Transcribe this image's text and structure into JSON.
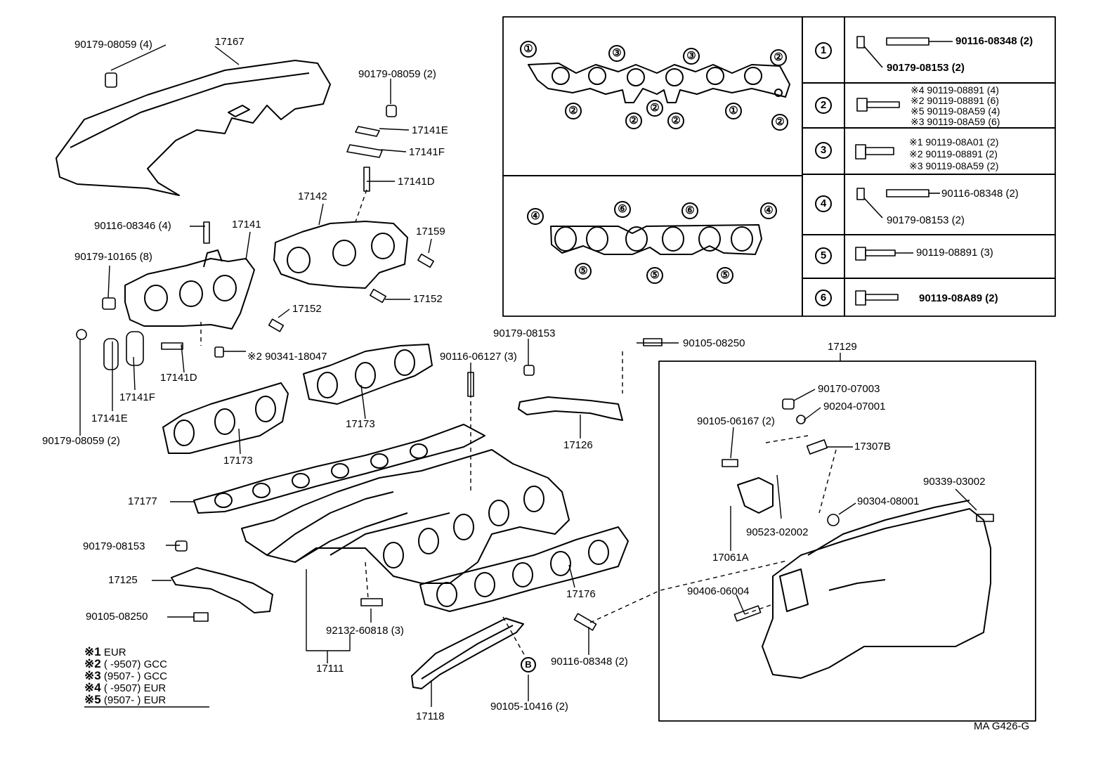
{
  "callouts": {
    "c_90179_08059_4": "90179-08059 (4)",
    "c_17167": "17167",
    "c_90179_08059_2a": "90179-08059 (2)",
    "c_17141E_a": "17141E",
    "c_17141F_a": "17141F",
    "c_17141D_a": "17141D",
    "c_17142": "17142",
    "c_90116_08346": "90116-08346 (4)",
    "c_17141": "17141",
    "c_17159": "17159",
    "c_90179_10165": "90179-10165 (8)",
    "c_17152_a": "17152",
    "c_17152_b": "17152",
    "c_17141D_b": "17141D",
    "c_90341_18047": "※2 90341-18047",
    "c_17141F_b": "17141F",
    "c_17141E_b": "17141E",
    "c_90179_08059_2b": "90179-08059 (2)",
    "c_90179_08153_a": "90179-08153",
    "c_90105_08250_a": "90105-08250",
    "c_90116_06127": "90116-06127 (3)",
    "c_17173_a": "17173",
    "c_17173_b": "17173",
    "c_17126": "17126",
    "c_17129": "17129",
    "c_17177": "17177",
    "c_90179_08153_b": "90179-08153",
    "c_17125": "17125",
    "c_90105_08250_b": "90105-08250",
    "c_17176": "17176",
    "c_92132_60818": "92132-60818 (3)",
    "c_17111": "17111",
    "c_17118": "17118",
    "c_90105_10416": "90105-10416 (2)",
    "c_90116_08348": "90116-08348 (2)",
    "c_B": "B",
    "c_90170_07003": "90170-07003",
    "c_90204_07001": "90204-07001",
    "c_90105_06167": "90105-06167 (2)",
    "c_17307B": "17307B",
    "c_90339_03002": "90339-03002",
    "c_90304_08001": "90304-08001",
    "c_90523_02002": "90523-02002",
    "c_17061A": "17061A",
    "c_90406_06004": "90406-06004",
    "c_doc_id": "MA G426-G"
  },
  "gasket_key": {
    "top": [
      "①",
      "③",
      "③",
      "②",
      "②",
      "②",
      "①",
      "②",
      "②",
      "②"
    ],
    "bottom": [
      "④",
      "⑥",
      "⑥",
      "④",
      "⑤",
      "⑤",
      "⑤"
    ]
  },
  "bolt_table": {
    "row1": {
      "num": "1",
      "line_a": "90116-08348 (2)",
      "line_b": "90179-08153 (2)"
    },
    "row2": {
      "num": "2",
      "l1": "※4  90119-08891 (4)",
      "l2": "※2  90119-08891 (6)",
      "l3": "※5  90119-08A59 (4)",
      "l4": "※3  90119-08A59 (6)"
    },
    "row3": {
      "num": "3",
      "l1": "※1  90119-08A01 (2)",
      "l2": "※2  90119-08891 (2)",
      "l3": "※3  90119-08A59 (2)"
    },
    "row4": {
      "num": "4",
      "line_a": "90116-08348 (2)",
      "line_b": "90179-08153 (2)"
    },
    "row5": {
      "num": "5",
      "line_a": "90119-08891 (3)"
    },
    "row6": {
      "num": "6",
      "line_a": "90119-08A89 (2)"
    }
  },
  "legend": [
    {
      "mark": "※1",
      "text": "EUR"
    },
    {
      "mark": "※2",
      "text": "(          -9507)  GCC"
    },
    {
      "mark": "※3",
      "text": "(9507-          )  GCC"
    },
    {
      "mark": "※4",
      "text": "(          -9507)  EUR"
    },
    {
      "mark": "※5",
      "text": "(9507-          )  EUR"
    }
  ]
}
